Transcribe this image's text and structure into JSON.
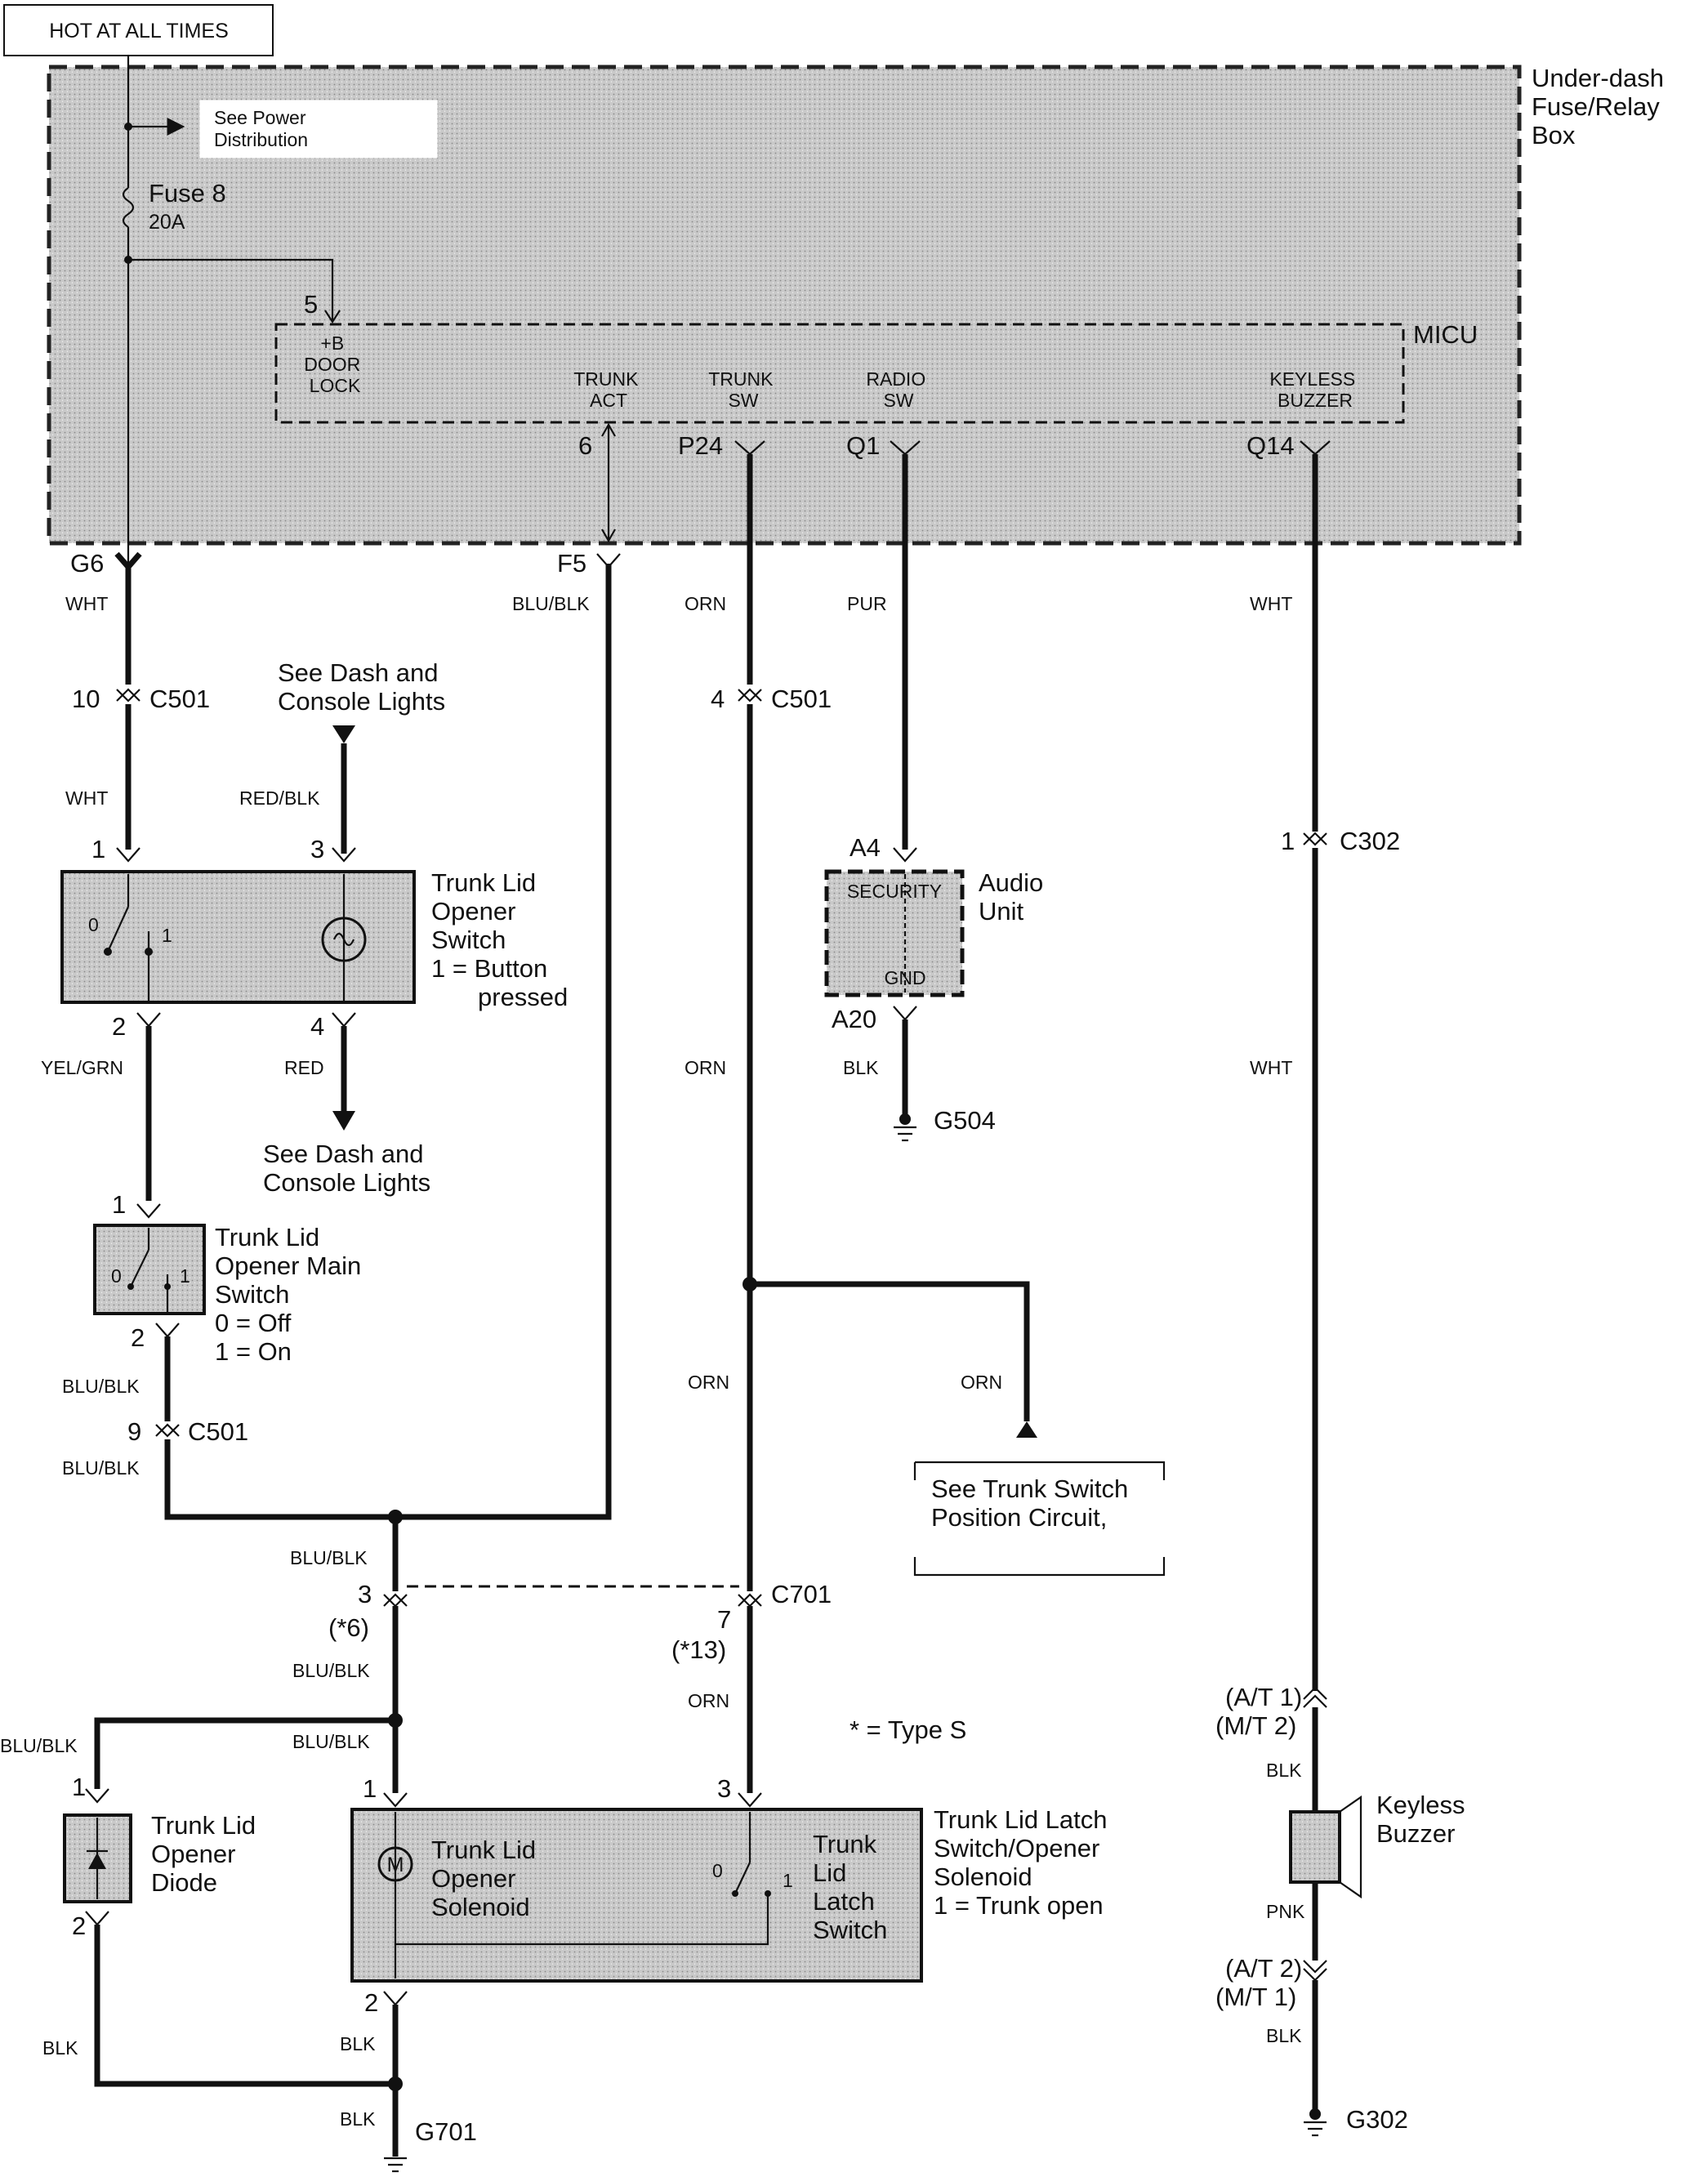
{
  "hot_label": "HOT AT ALL TIMES",
  "fuse_box": {
    "title_lines": [
      "Under-dash",
      "Fuse/Relay",
      "Box"
    ],
    "power_dist_lines": [
      "See Power",
      "Distribution"
    ],
    "fuse_name": "Fuse 8",
    "fuse_rating": "20A",
    "micu_label": "MICU",
    "pin5": "5",
    "plus_b_lines": [
      "+B",
      "DOOR",
      "LOCK"
    ],
    "terminals": [
      {
        "lines": [
          "TRUNK",
          "ACT"
        ],
        "pin": "6"
      },
      {
        "lines": [
          "TRUNK",
          "SW"
        ],
        "pin": "P24"
      },
      {
        "lines": [
          "RADIO",
          "SW"
        ],
        "pin": "Q1"
      },
      {
        "lines": [
          "KEYLESS",
          "BUZZER"
        ],
        "pin": "Q14"
      }
    ],
    "out_pins": {
      "g6": "G6",
      "f5": "F5"
    }
  },
  "wire_colors": {
    "wht": "WHT",
    "blu_blk": "BLU/BLK",
    "orn": "ORN",
    "pur": "PUR",
    "red_blk": "RED/BLK",
    "yel_grn": "YEL/GRN",
    "red": "RED",
    "blk": "BLK",
    "pnk": "PNK"
  },
  "connectors": {
    "c501": "C501",
    "c302": "C302",
    "c701": "C701",
    "c501_pin10": "10",
    "c501_pin4": "4",
    "c501_pin9": "9",
    "c302_pin1": "1",
    "c701_pin3": "3",
    "c701_pin7": "7",
    "c701_note3": "(*6)",
    "c701_note7": "(*13)",
    "at1": "(A/T 1)",
    "mt2": "(M/T 2)",
    "at2": "(A/T 2)",
    "mt1": "(M/T 1)"
  },
  "dash_lights_top": [
    "See Dash and",
    "Console Lights"
  ],
  "dash_lights_bottom": [
    "See Dash and",
    "Console Lights"
  ],
  "opener_switch": {
    "name_lines": [
      "Trunk Lid",
      "Opener",
      "Switch",
      "1 = Button",
      "pressed"
    ],
    "pins": {
      "p1": "1",
      "p2": "2",
      "p3": "3",
      "p4": "4"
    },
    "pos0": "0",
    "pos1": "1"
  },
  "main_switch": {
    "name_lines": [
      "Trunk Lid",
      "Opener Main",
      "Switch",
      "0 = Off",
      "1 = On"
    ],
    "pins": {
      "p1": "1",
      "p2": "2"
    },
    "pos0": "0",
    "pos1": "1"
  },
  "audio_unit": {
    "name_lines": [
      "Audio",
      "Unit"
    ],
    "security": "SECURITY",
    "gnd": "GND",
    "pin_a4": "A4",
    "pin_a20": "A20"
  },
  "trunk_switch_ref": [
    "See Trunk Switch",
    "Position Circuit,"
  ],
  "type_note": "* = Type S",
  "diode": {
    "name_lines": [
      "Trunk Lid",
      "Opener",
      "Diode"
    ],
    "pins": {
      "p1": "1",
      "p2": "2"
    }
  },
  "latch_assembly": {
    "solenoid_lines": [
      "Trunk Lid",
      "Opener",
      "Solenoid"
    ],
    "motor": "M",
    "latch_lines": [
      "Trunk",
      "Lid",
      "Latch",
      "Switch"
    ],
    "assembly_lines": [
      "Trunk Lid Latch",
      "Switch/Opener",
      "Solenoid",
      "1 = Trunk open"
    ],
    "pins": {
      "p1": "1",
      "p2": "2",
      "p3": "3"
    },
    "pos0": "0",
    "pos1": "1"
  },
  "buzzer": {
    "name_lines": [
      "Keyless",
      "Buzzer"
    ]
  },
  "grounds": {
    "g504": "G504",
    "g701": "G701",
    "g302": "G302"
  }
}
